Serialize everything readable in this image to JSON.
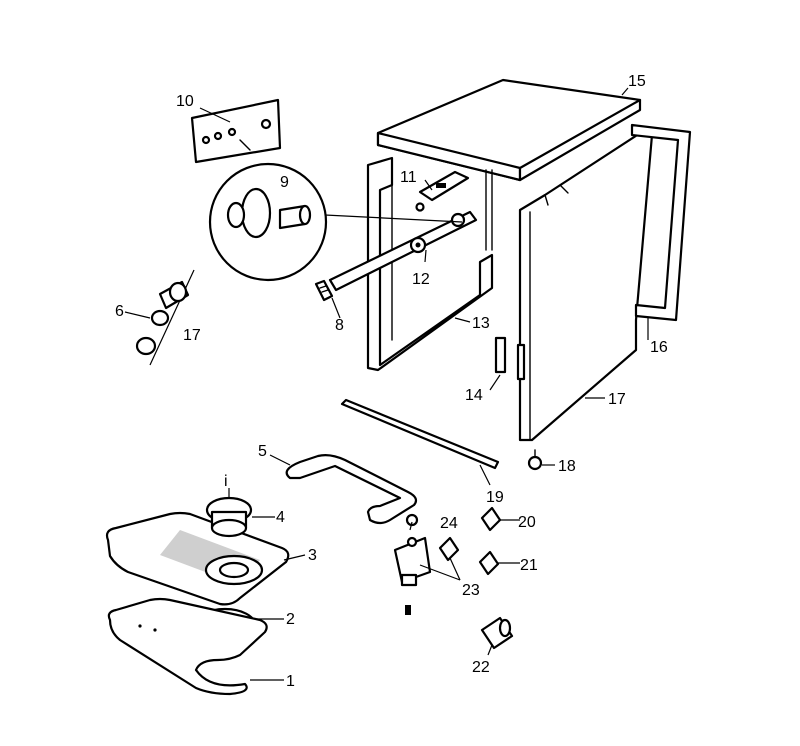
{
  "labels": {
    "p1": "1",
    "p2": "2",
    "p3": "3",
    "p4": "4",
    "p5": "5",
    "p6": "6",
    "p7": "17",
    "p8": "8",
    "p9": "9",
    "p10": "10",
    "p11": "11",
    "p12": "12",
    "p13": "13",
    "p14": "14",
    "p15": "15",
    "p16": "16",
    "p17": "17",
    "p18": "18",
    "p19": "19",
    "p20": "20",
    "p21": "21",
    "p22": "22",
    "p23": "23",
    "p24": "24",
    "pi": "i"
  }
}
